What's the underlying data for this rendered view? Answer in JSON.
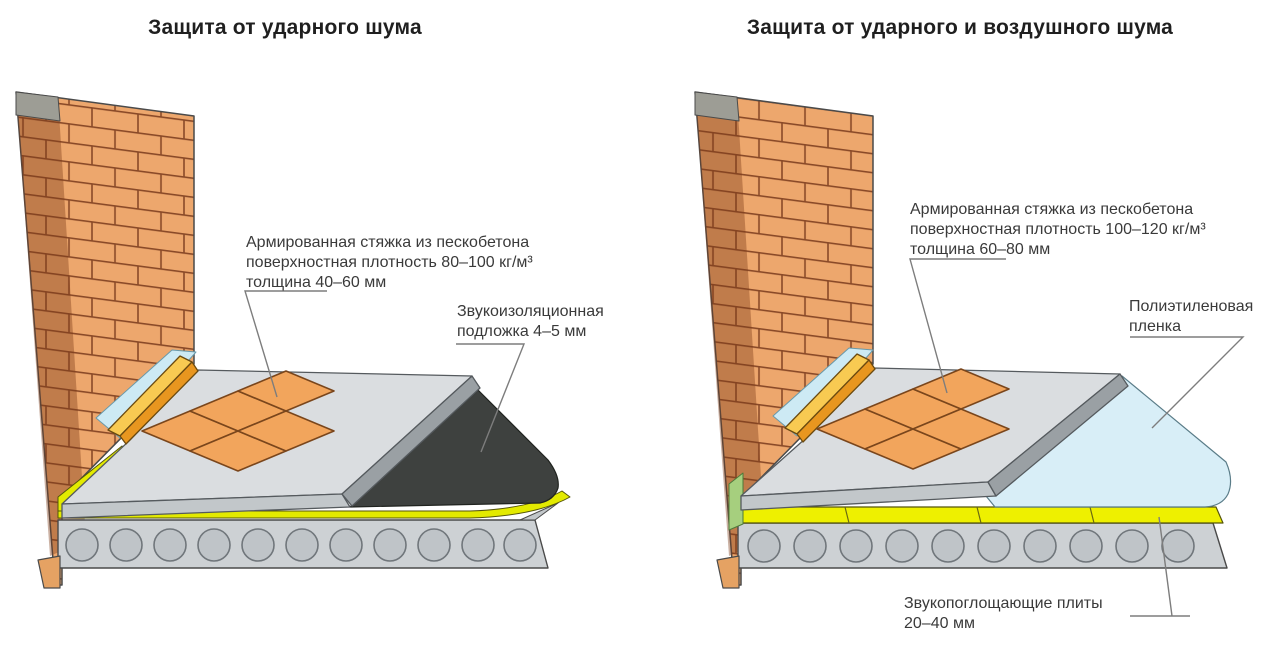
{
  "panels": [
    {
      "title": "Защита от ударного шума",
      "labels": {
        "screed": "Армированная стяжка из пескобетона\nповерхностная плотность 80–100 кг/м³\nтолщина 40–60 мм",
        "underlay": "Звукоизоляционная\nподложка 4–5 мм"
      }
    },
    {
      "title": "Защита от ударного и воздушного шума",
      "labels": {
        "screed": "Армированная стяжка из пескобетона\nповерхностная плотность 100–120 кг/м³\nтолщина 60–80 мм",
        "film": "Полиэтиленовая\nпленка",
        "plates": "Звукопоглощающие плиты\n20–40 мм"
      }
    }
  ],
  "colors": {
    "brick": "#eda76d",
    "mortar": "#8a4a28",
    "tile": "#f2a55c",
    "screed_top": "#dadde0",
    "slab": "#cdd1d4",
    "underlay_black": "#3e413f",
    "film_blue": "#d8eef7",
    "plates_yellow": "#eef000",
    "skirting_orange": "#e8961f",
    "edge_tape_blue": "#cdeaf4",
    "edge_strip_green": "#a6cf7e",
    "edge_strip_yellow": "#e3ea00"
  }
}
